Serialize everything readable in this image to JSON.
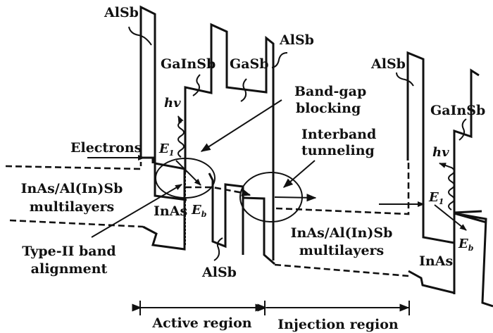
{
  "diagram": {
    "type": "band-structure-diagram",
    "labels": {
      "alsb_barrier_1": "AlSb",
      "gainsb_well_1": "GaInSb",
      "gasb_layer": "GaSb",
      "alsb_barrier_2": "AlSb",
      "alsb_barrier_3": "AlSb",
      "gainsb_well_2": "GaInSb",
      "alsb_bottom": "AlSb",
      "photon_1": "hv",
      "photon_2": "hv",
      "electrons": "Electrons",
      "energy_e1_1": "E",
      "energy_e1_1_sub": "1",
      "energy_e2_1": "E",
      "energy_e2_1_sub": "b",
      "energy_e1_2": "E",
      "energy_e1_2_sub": "1",
      "energy_e2_2": "E",
      "energy_e2_2_sub": "b",
      "inas_1": "InAs",
      "inas_2": "InAs",
      "multilayers_left_line1": "InAs/Al(In)Sb",
      "multilayers_left_line2": "multilayers",
      "multilayers_right_line1": "InAs/Al(In)Sb",
      "multilayers_right_line2": "multilayers",
      "bandgap_blocking_line1": "Band-gap",
      "bandgap_blocking_line2": "blocking",
      "interband_tunneling_line1": "Interband",
      "interband_tunneling_line2": "tunneling",
      "type2_line1": "Type-II band",
      "type2_line2": "alignment"
    },
    "regions": [
      {
        "name": "Active region"
      },
      {
        "name": "Injection region"
      }
    ]
  }
}
